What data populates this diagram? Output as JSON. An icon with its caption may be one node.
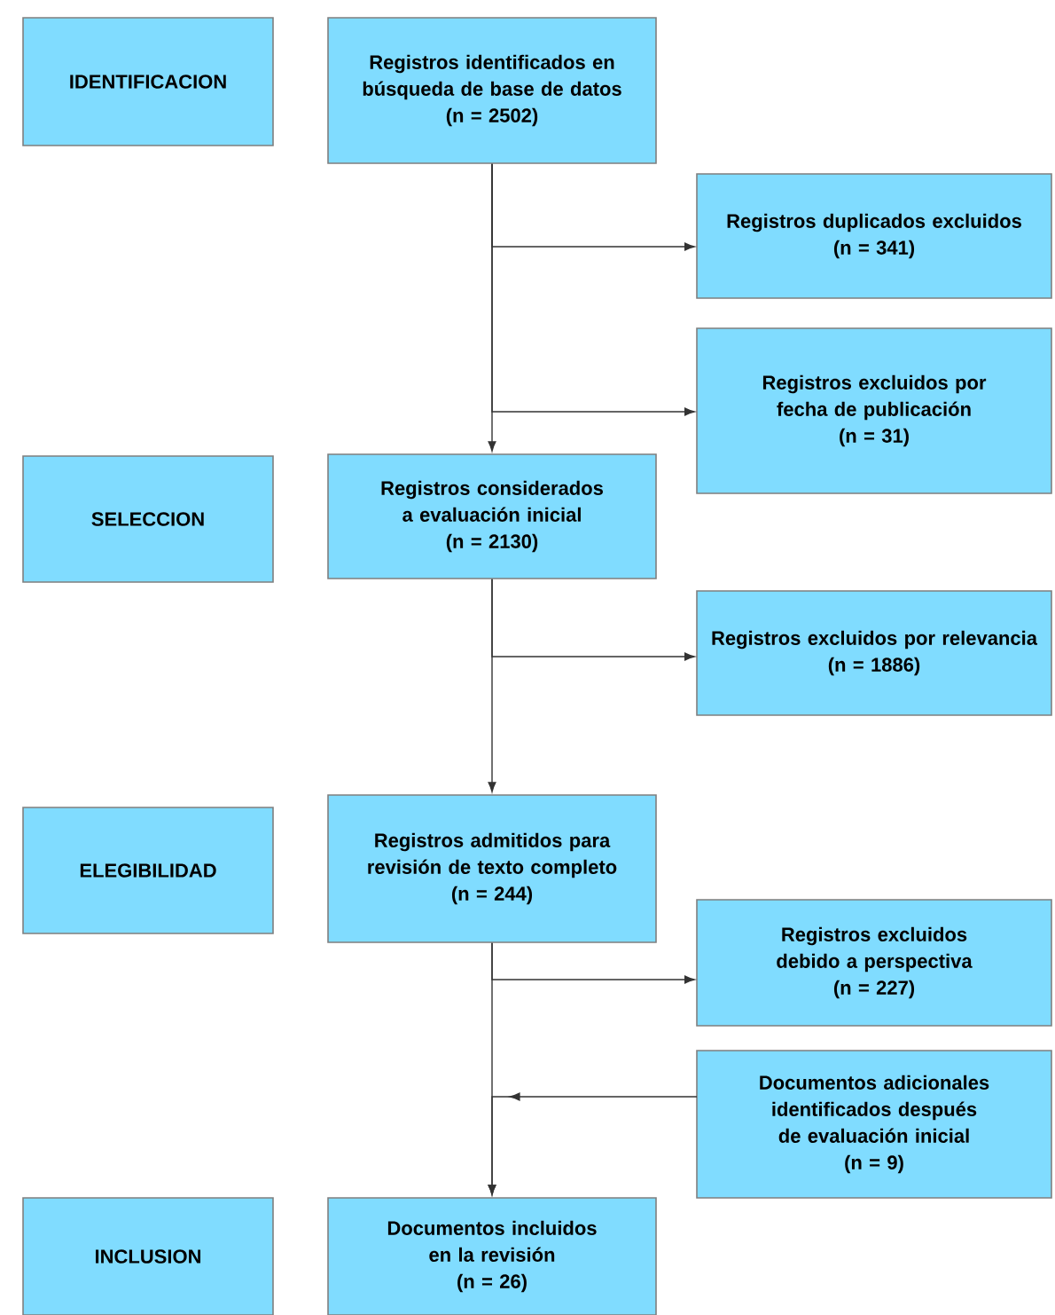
{
  "diagram": {
    "nodes": [
      {
        "text": [
          "IDENTIFICACION"
        ]
      },
      {
        "text": [
          "Registros identificados en búsqueda de base de datos",
          "(n = 2502)"
        ]
      },
      {
        "text": [
          "Registros duplicados excluidos",
          "(n = 341)"
        ]
      },
      {
        "text": [
          "Registros excluidos por fecha de publicación",
          "(n = 31)"
        ]
      },
      {
        "text": [
          "SELECCION"
        ]
      },
      {
        "text": [
          "Registros considerados a evaluación inicial",
          "(n = 2130)"
        ]
      },
      {
        "text": [
          "Registros excluidos por relevancia",
          "(n = 1886)"
        ]
      },
      {
        "text": [
          "ELEGIBILIDAD"
        ]
      },
      {
        "text": [
          "Registros admitidos para revisión de texto completo",
          "(n = 244)"
        ]
      },
      {
        "text": [
          "Registros excluidos debido a perspectiva",
          "(n = 227)"
        ]
      },
      {
        "text": [
          "Documentos adicionales identificados después de evaluación inicial",
          "(n = 9)"
        ]
      },
      {
        "text": [
          "INCLUSION"
        ]
      },
      {
        "text": [
          "Documentos incluidos en la revisión",
          "(n = 26)"
        ]
      }
    ],
    "edges": [
      {
        "from": 1,
        "to": 5,
        "arrow": "to"
      },
      {
        "from": 1,
        "to": 2,
        "arrow": "to"
      },
      {
        "from": 1,
        "to": 3,
        "arrow": "to"
      },
      {
        "from": 5,
        "to": 8,
        "arrow": "to"
      },
      {
        "from": 5,
        "to": 6,
        "arrow": "to"
      },
      {
        "from": 8,
        "to": 12,
        "arrow": "to"
      },
      {
        "from": 8,
        "to": 9,
        "arrow": "to"
      },
      {
        "from": 10,
        "to": 12,
        "arrow": "to"
      }
    ]
  }
}
